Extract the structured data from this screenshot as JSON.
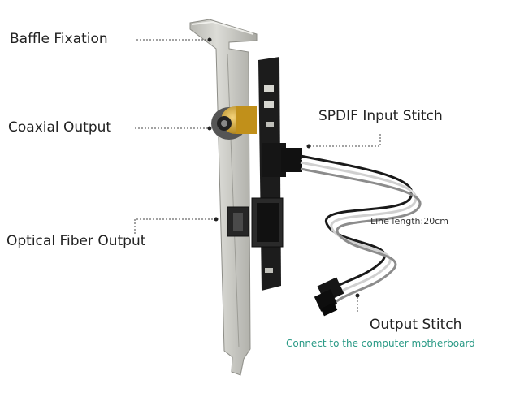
{
  "labels": {
    "baffle_fixation": "Baffle Fixation",
    "coaxial_output": "Coaxial Output",
    "optical_fiber_output": "Optical Fiber Output",
    "spdif_input_stitch": "SPDIF Input Stitch",
    "line_length": "Line length:20cm",
    "output_stitch": "Output Stitch",
    "motherboard_note": "Connect to the computer motherboard"
  },
  "colors": {
    "bracket": "#c9c9c4",
    "pcb": "#1c1c1c",
    "gold": "#d4a21e",
    "note_text": "#2a9a86"
  },
  "icons": {
    "coaxial_port": "rca-jack-icon",
    "optical_port": "toslink-port-icon"
  }
}
